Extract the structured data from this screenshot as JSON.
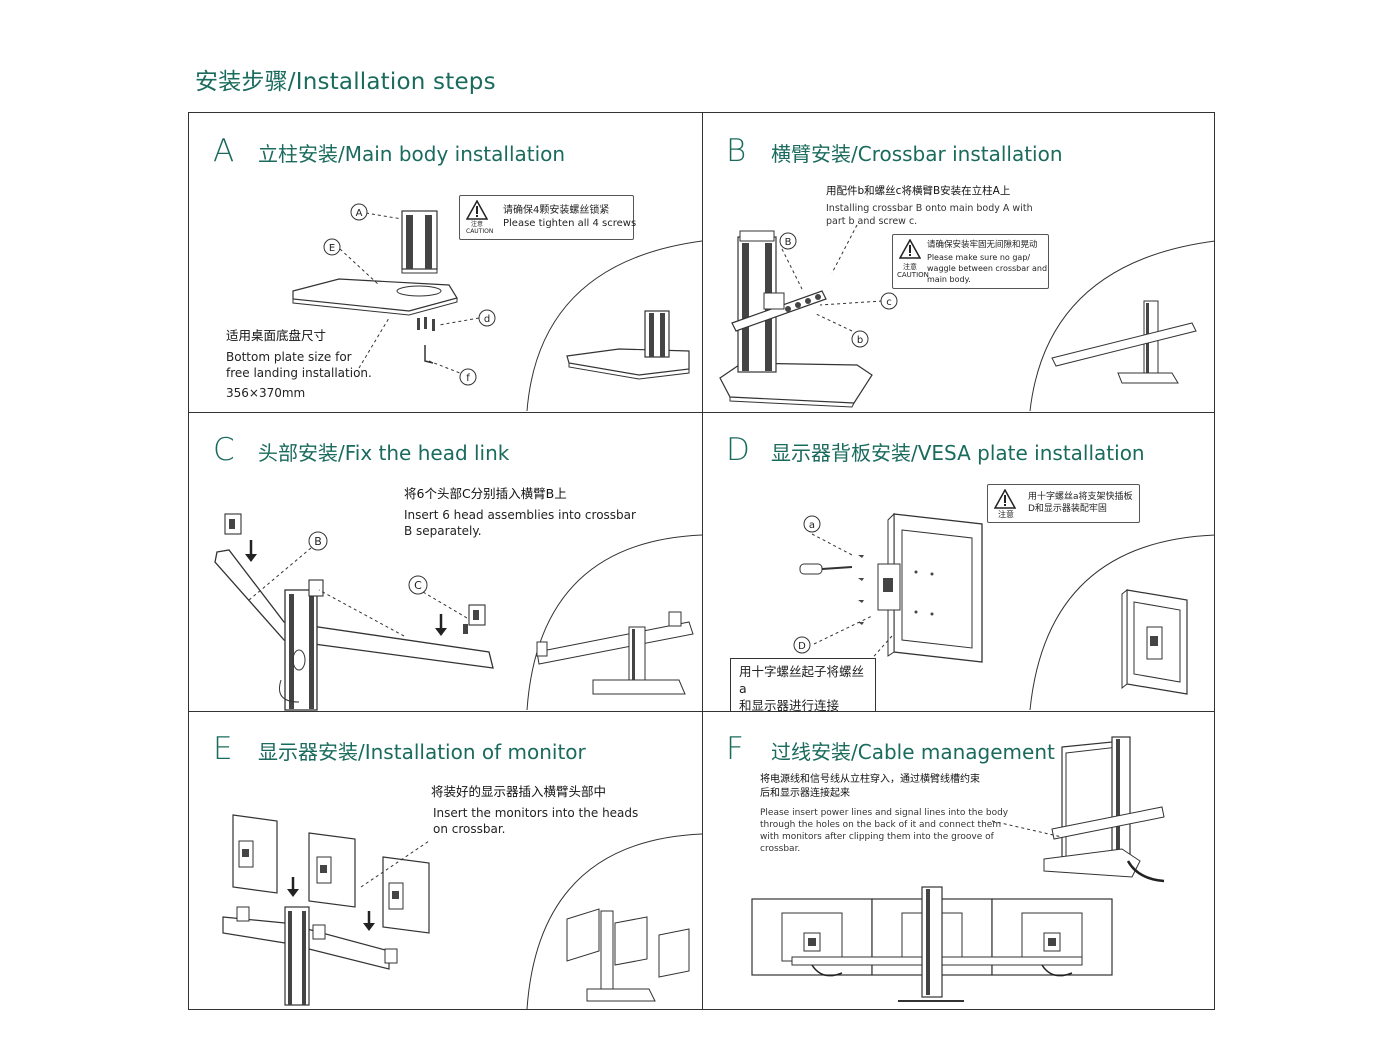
{
  "page": {
    "title": "安装步骤/Installation steps"
  },
  "panels": {
    "A": {
      "letter": "A",
      "title": "立柱安装/Main body installation",
      "caution_cn": "请确保4颗安装螺丝锁紧",
      "caution_en": "Please tighten all 4 screws",
      "caution_label_cn": "注意",
      "caution_label_en": "CAUTION",
      "size_cn": "适用桌面底盘尺寸",
      "size_en1": "Bottom plate size for",
      "size_en2": "free landing installation.",
      "size_dim": "356×370mm",
      "labels": [
        "A",
        "E",
        "d",
        "f"
      ]
    },
    "B": {
      "letter": "B",
      "title": "横臂安装/Crossbar installation",
      "instr_cn": "用配件b和螺丝c将横臂B安装在立柱A上",
      "instr_en1": "Installing crossbar B onto main body A with",
      "instr_en2": "part b and screw c.",
      "caution_cn": "请确保安装牢固无间隙和晃动",
      "caution_en1": "Please make sure no gap/",
      "caution_en2": "waggle between crossbar and",
      "caution_en3": "main body.",
      "caution_label_cn": "注意",
      "caution_label_en": "CAUTION",
      "labels": [
        "B",
        "c",
        "b"
      ]
    },
    "C": {
      "letter": "C",
      "title": "头部安装/Fix the head link",
      "instr_cn": "将6个头部C分别插入横臂B上",
      "instr_en1": "Insert 6 head assemblies into crossbar",
      "instr_en2": "B separately.",
      "labels": [
        "B",
        "C"
      ]
    },
    "D": {
      "letter": "D",
      "title": "显示器背板安装/VESA plate installation",
      "caution_cn1": "用十字螺丝a将支架快插板",
      "caution_cn2": "D和显示器装配牢固",
      "caution_label_cn": "注意",
      "note_cn1": "用十字螺丝起子将螺丝a",
      "note_cn2": "和显示器进行连接",
      "labels": [
        "a",
        "D"
      ]
    },
    "E": {
      "letter": "E",
      "title": "显示器安装/Installation of monitor",
      "instr_cn": "将装好的显示器插入横臂头部中",
      "instr_en1": "Insert the monitors into the heads",
      "instr_en2": "on crossbar."
    },
    "F": {
      "letter": "F",
      "title": "过线安装/Cable management",
      "instr_cn1": "将电源线和信号线从立柱穿入，通过横臂线槽约束",
      "instr_cn2": "后和显示器连接起来",
      "instr_en1": "Please insert power lines and signal lines into the body",
      "instr_en2": "through the holes on the back of it and connect them",
      "instr_en3": "with monitors after clipping them into the groove of",
      "instr_en4": "crossbar."
    }
  },
  "icons": [
    "warning-triangle-icon",
    "screwdriver-icon",
    "arrow-down-icon"
  ],
  "colors": {
    "accent": "#1a6b5e",
    "line": "#333333"
  }
}
